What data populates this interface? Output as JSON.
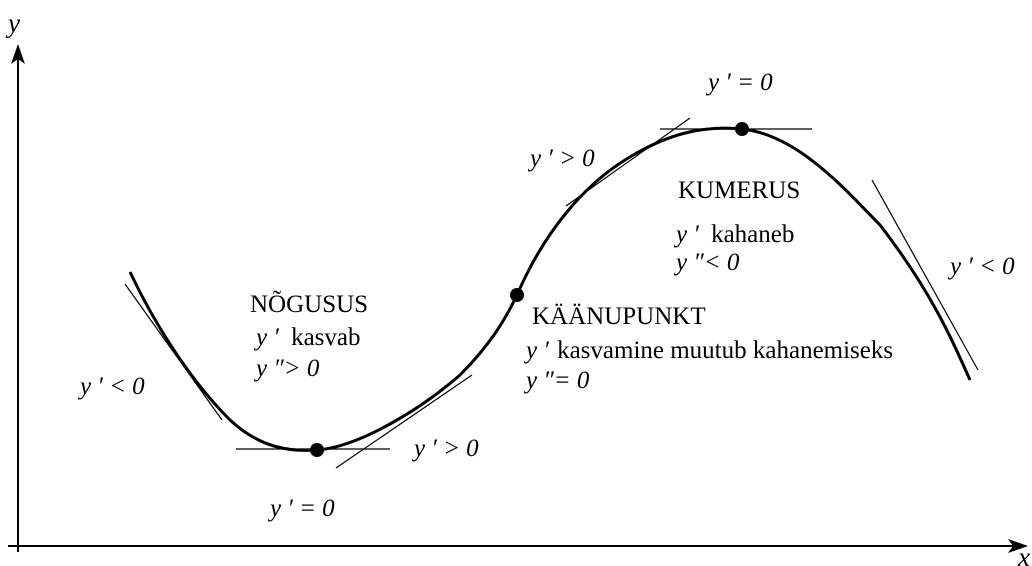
{
  "colors": {
    "ink": "#000000",
    "background": "#ffffff"
  },
  "axes": {
    "x_label": "x",
    "y_label": "y"
  },
  "regions": {
    "concave_up": {
      "title": "NÕGUSUS",
      "line1_symbol": "y ′",
      "line1_text": "kasvab",
      "line2": "y ″> 0"
    },
    "concave_down": {
      "title": "KUMERUS",
      "line1_symbol": "y ′",
      "line1_text": "kahaneb",
      "line2": "y ″< 0"
    },
    "inflection": {
      "title": "KÄÄNUPUNKT",
      "line1_symbol": "y ′",
      "line1_text": "kasvamine muutub kahanemiseks",
      "line2": "y ″= 0"
    }
  },
  "derivative_labels": {
    "left_decreasing": "y ′ < 0",
    "minimum": "y ′ = 0",
    "right_of_minimum": "y ′ > 0",
    "before_maximum": "y ′ > 0",
    "maximum": "y ′ = 0",
    "right_decreasing": "y ′ < 0"
  }
}
